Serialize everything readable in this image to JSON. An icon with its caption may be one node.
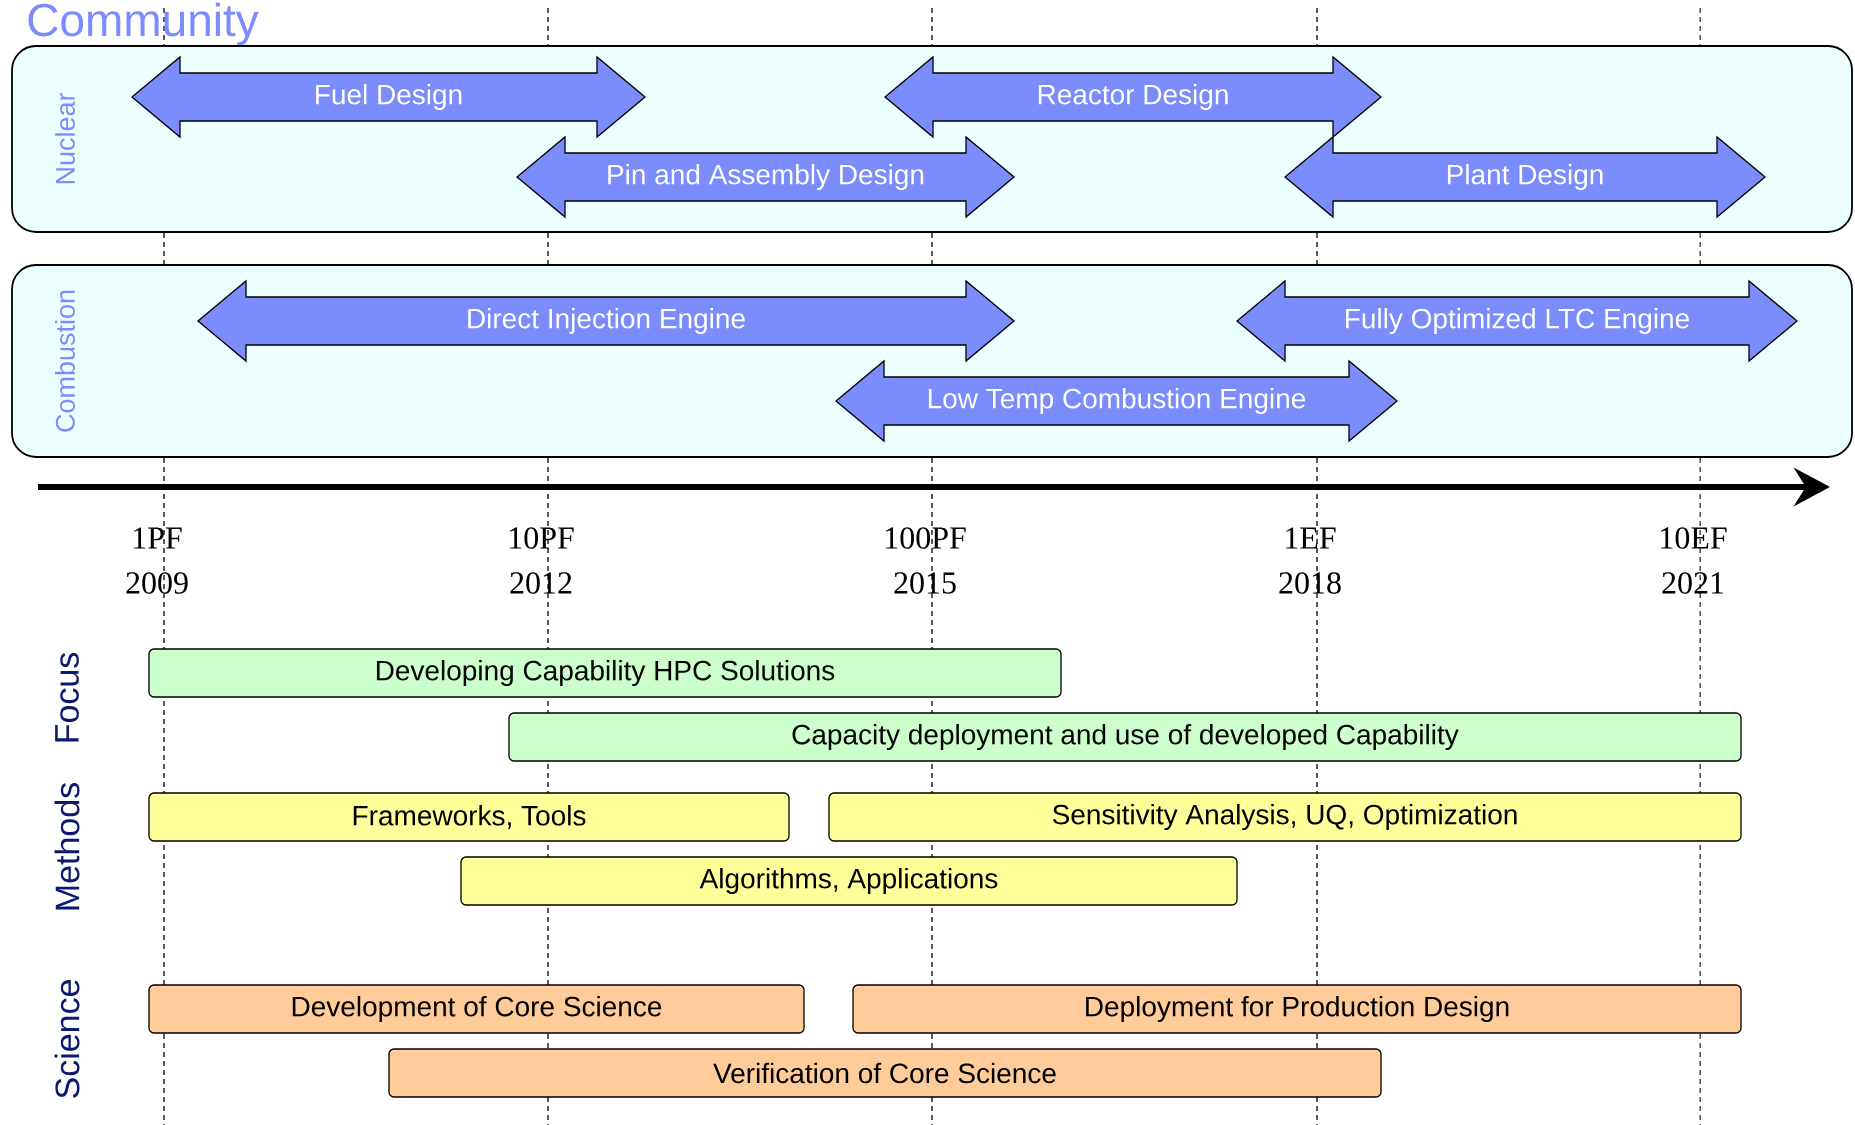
{
  "diagram": {
    "title": "Community",
    "nodes": [
      {
        "text": [
          "Nuclear"
        ]
      },
      {
        "text": [
          "Fuel Design"
        ],
        "in": 0
      },
      {
        "text": [
          "Reactor Design"
        ],
        "in": 0
      },
      {
        "text": [
          "Pin and Assembly Design"
        ],
        "in": 0
      },
      {
        "text": [
          "Plant Design"
        ],
        "in": 0
      },
      {
        "text": [
          "Combustion"
        ]
      },
      {
        "text": [
          "Direct Injection Engine"
        ],
        "in": 5
      },
      {
        "text": [
          "Fully Optimized LTC Engine"
        ],
        "in": 5
      },
      {
        "text": [
          "Low Temp Combustion Engine"
        ],
        "in": 5
      },
      {
        "text": [
          "Developing Capability HPC Solutions"
        ]
      },
      {
        "text": [
          "Capacity deployment and use of developed Capability"
        ]
      },
      {
        "text": [
          "Frameworks, Tools"
        ]
      },
      {
        "text": [
          "Sensitivity Analysis, UQ, Optimization"
        ]
      },
      {
        "text": [
          "Algorithms, Applications"
        ]
      },
      {
        "text": [
          "Development of Core Science"
        ]
      },
      {
        "text": [
          "Deployment for Production Design"
        ]
      },
      {
        "text": [
          "Verification of Core Science"
        ]
      }
    ],
    "labels": [
      "1PF",
      "2009",
      "10PF",
      "2012",
      "100PF",
      "2015",
      "1EF",
      "2018",
      "10EF",
      "2021",
      "Focus",
      "Methods",
      "Science"
    ]
  }
}
